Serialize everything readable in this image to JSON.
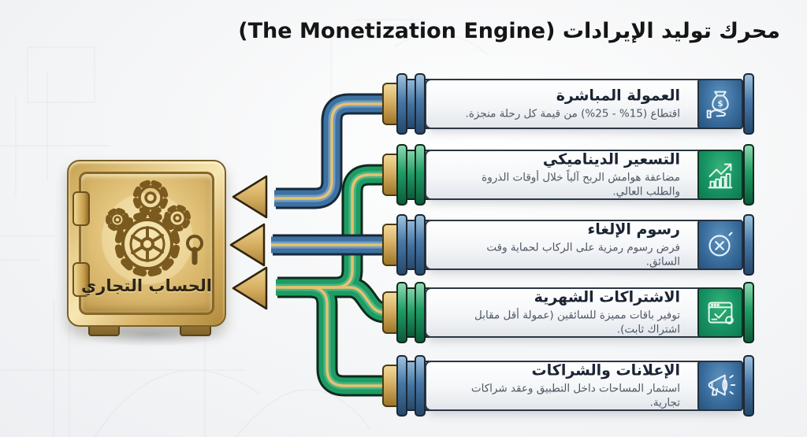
{
  "title": "محرك توليد الإيرادات (The Monetization Engine)",
  "safe": {
    "label": "الحساب التجاري"
  },
  "streams": [
    {
      "title": "العمولة المباشرة",
      "desc": "اقتطاع (15% - 25%) من قيمة كل رحلة منجزة.",
      "color": "blue",
      "icon": "money-bag-hand"
    },
    {
      "title": "التسعير الديناميكي",
      "desc": "مضاعفة هوامش الربح آلياً خلال أوقات الذروة والطلب العالي.",
      "color": "green",
      "icon": "growth-chart"
    },
    {
      "title": "رسوم الإلغاء",
      "desc": "فرض رسوم رمزية على الركاب لحماية وقت السائق.",
      "color": "blue",
      "icon": "cancel-circle"
    },
    {
      "title": "الاشتراكات الشهرية",
      "desc": "توفير باقات مميزة للسائقين (عمولة أقل مقابل اشتراك ثابت).",
      "color": "green",
      "icon": "subscription-window"
    },
    {
      "title": "الإعلانات والشراكات",
      "desc": "استثمار المساحات داخل التطبيق وعقد شراكات تجارية.",
      "color": "blue",
      "icon": "megaphone"
    }
  ],
  "colors": {
    "blue": "#3d71a1",
    "green": "#1d9c64",
    "gold": "#d4ad62",
    "outline-blue": "#16293b",
    "outline-green": "#0d2b1d"
  }
}
